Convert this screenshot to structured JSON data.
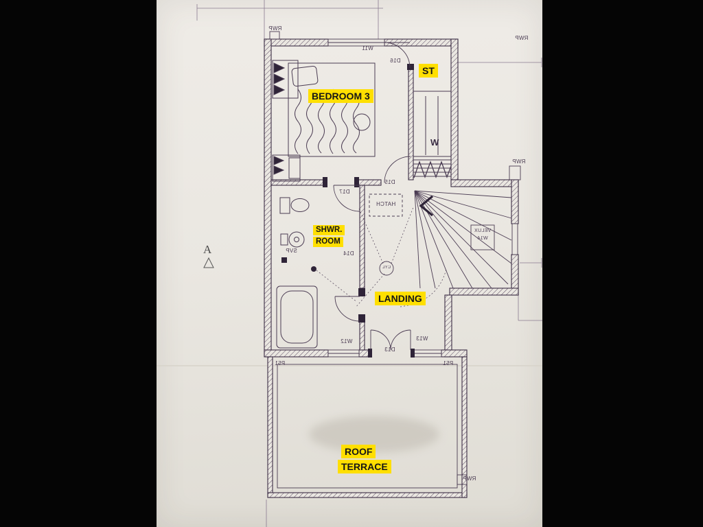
{
  "scene": {
    "background_color": "#060606",
    "paper_color": "#eae7e1",
    "ink_color": "#4a3b52",
    "highlight_color": "#ffdf00"
  },
  "room_labels": {
    "bedroom3": "BEDROOM 3",
    "st": "ST",
    "shwr_line1": "SHWR.",
    "shwr_line2": "ROOM",
    "landing": "LANDING",
    "roof_line1": "ROOF",
    "roof_line2": "TERRACE"
  },
  "plan_annotations": {
    "section_marker": "A",
    "wardrobe": "W",
    "hatch": "HATCH",
    "velux_line1": "VELUX",
    "velux_line2": "W14",
    "cyl": "CYL",
    "svp": "SVP",
    "w11": "W11",
    "w12": "W12",
    "w13": "W13",
    "d13": "D13",
    "d14": "D14",
    "d15": "D15",
    "d16": "D16",
    "d17": "D17",
    "p51_left": "P51",
    "p51_right": "P51",
    "rwp_top_left": "RWP",
    "rwp_top_right": "RWP",
    "rwp_right": "RWP",
    "rwp_bottom": "RWP"
  }
}
